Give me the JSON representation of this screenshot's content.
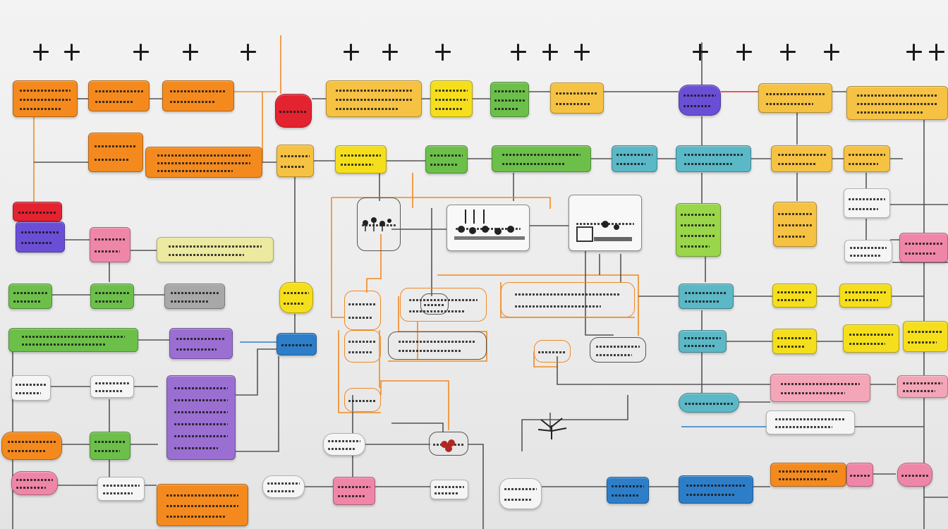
{
  "colors": {
    "orange": "#f48a1e",
    "yellow": "#f5df1c",
    "amber": "#f6c243",
    "green": "#6cc04a",
    "lime": "#9ad64a",
    "teal": "#5bb8c6",
    "blue": "#2d7ec9",
    "purple": "#9b6fd1",
    "violet": "#6a4fd6",
    "pink": "#ef86a8",
    "salmon": "#f4a5b8",
    "red": "#e3232f",
    "gray": "#a8a8a8",
    "paleYellow": "#ece9a0",
    "white": "#f5f5f5",
    "wire": "#555555",
    "wireOrange": "#f08a24"
  },
  "header": {
    "glyph_groups": [
      {
        "count": 2
      },
      {
        "count": 1
      },
      {
        "count": 1
      },
      {
        "count": 1
      },
      {
        "count": 2
      },
      {
        "count": 1
      },
      {
        "count": 3
      },
      {
        "count": 4
      },
      {
        "count": 2
      }
    ]
  }
}
